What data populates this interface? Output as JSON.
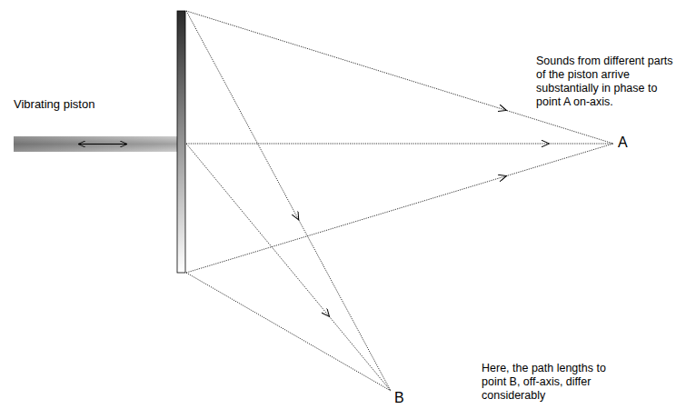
{
  "diagram": {
    "labels": [
      "Vibrating piston",
      "Sounds from different parts of the piston arrive substantially in phase to point A on-axis.",
      "A",
      "Here, the path lengths to point B, off-axis, differ considerably",
      "B"
    ]
  }
}
